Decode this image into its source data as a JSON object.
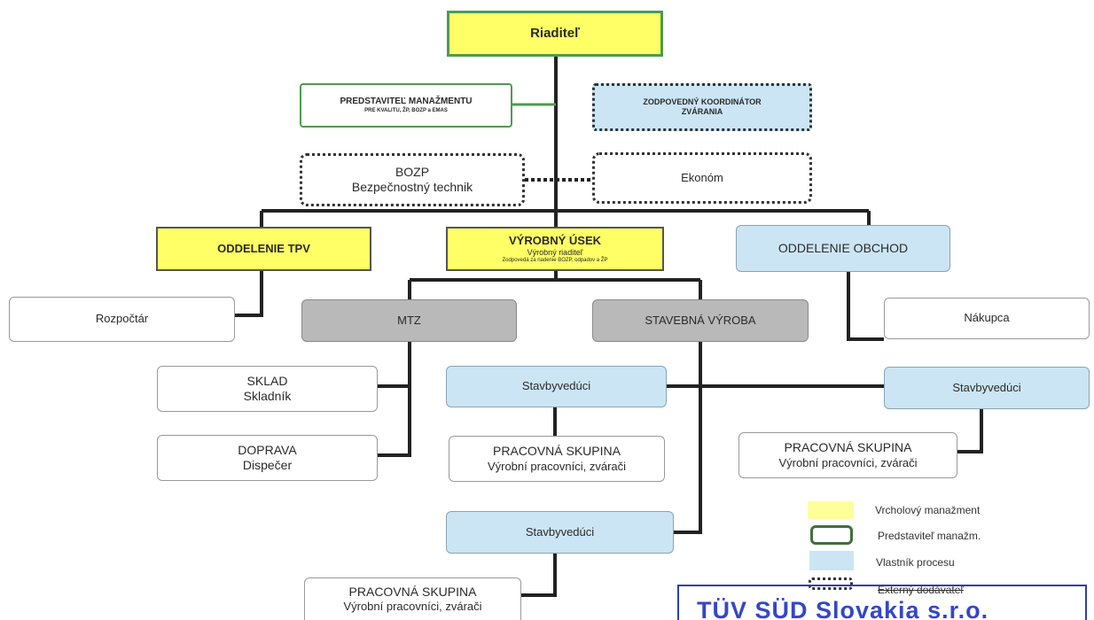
{
  "diagram": {
    "director": "Riaditeľ",
    "management_rep": {
      "line1": "PREDSTAVITEĽ MANAŽMENTU",
      "line2": "PRE KVALITU, ŽP, BOZP a EMAS"
    },
    "welding_coordinator": {
      "line1": "ZODPOVEDNÝ KOORDINÁTOR",
      "line2": "ZVÁRANIA"
    },
    "bozp": {
      "line1": "BOZP",
      "line2": "Bezpečnostný technik"
    },
    "economist": "Ekonóm",
    "tpv": "ODDELENIE TPV",
    "production": {
      "line1": "VÝROBNÝ ÚSEK",
      "line2": "Výrobný riaditeľ",
      "line3": "Zodpovedá za riadenie BOZP, odpadov a ŽP"
    },
    "sales": "ODDELENIE OBCHOD",
    "budgeter": "Rozpočtár",
    "mtz": "MTZ",
    "construction": "STAVEBNÁ VÝROBA",
    "buyer": "Nákupca",
    "warehouse": {
      "line1": "SKLAD",
      "line2": "Skladník"
    },
    "transport": {
      "line1": "DOPRAVA",
      "line2": "Dispečer"
    },
    "site_manager": "Stavbyvedúci",
    "work_group": {
      "line1": "PRACOVNÁ SKUPINA",
      "line2": "Výrobní pracovníci, zvárači"
    }
  },
  "legend": {
    "top_management": "Vrcholový manažment",
    "management_rep": "Predstaviteľ manažm.",
    "process_owner": "Vlastník procesu",
    "external_supplier": "Externý dodávateľ"
  },
  "stamp": "TÜV SÜD Slovakia s.r.o.",
  "colors": {
    "top_management": "#ffff66",
    "management_rep_border": "#4f9a4f",
    "process_owner": "#cce5f5",
    "unit_grey": "#b9b9b9"
  }
}
